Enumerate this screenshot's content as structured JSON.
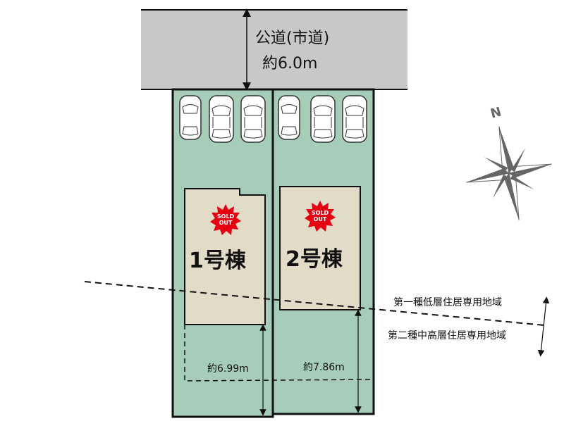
{
  "road": {
    "name": "公道(市道)",
    "width": "約6.0m"
  },
  "buildings": [
    {
      "label": "1号棟",
      "badge": "SOLD OUT",
      "setback": "約6.99m"
    },
    {
      "label": "2号棟",
      "badge": "SOLD OUT",
      "setback": "約7.86m"
    }
  ],
  "zones": {
    "upper": "第一種低層住居専用地域",
    "lower": "第二種中高層住居専用地域"
  },
  "compass": {
    "north": "N"
  },
  "colors": {
    "road": "#c8c8c8",
    "lot": "#a6cdb9",
    "building": "#e2dbc8",
    "sold": "#e60012"
  }
}
